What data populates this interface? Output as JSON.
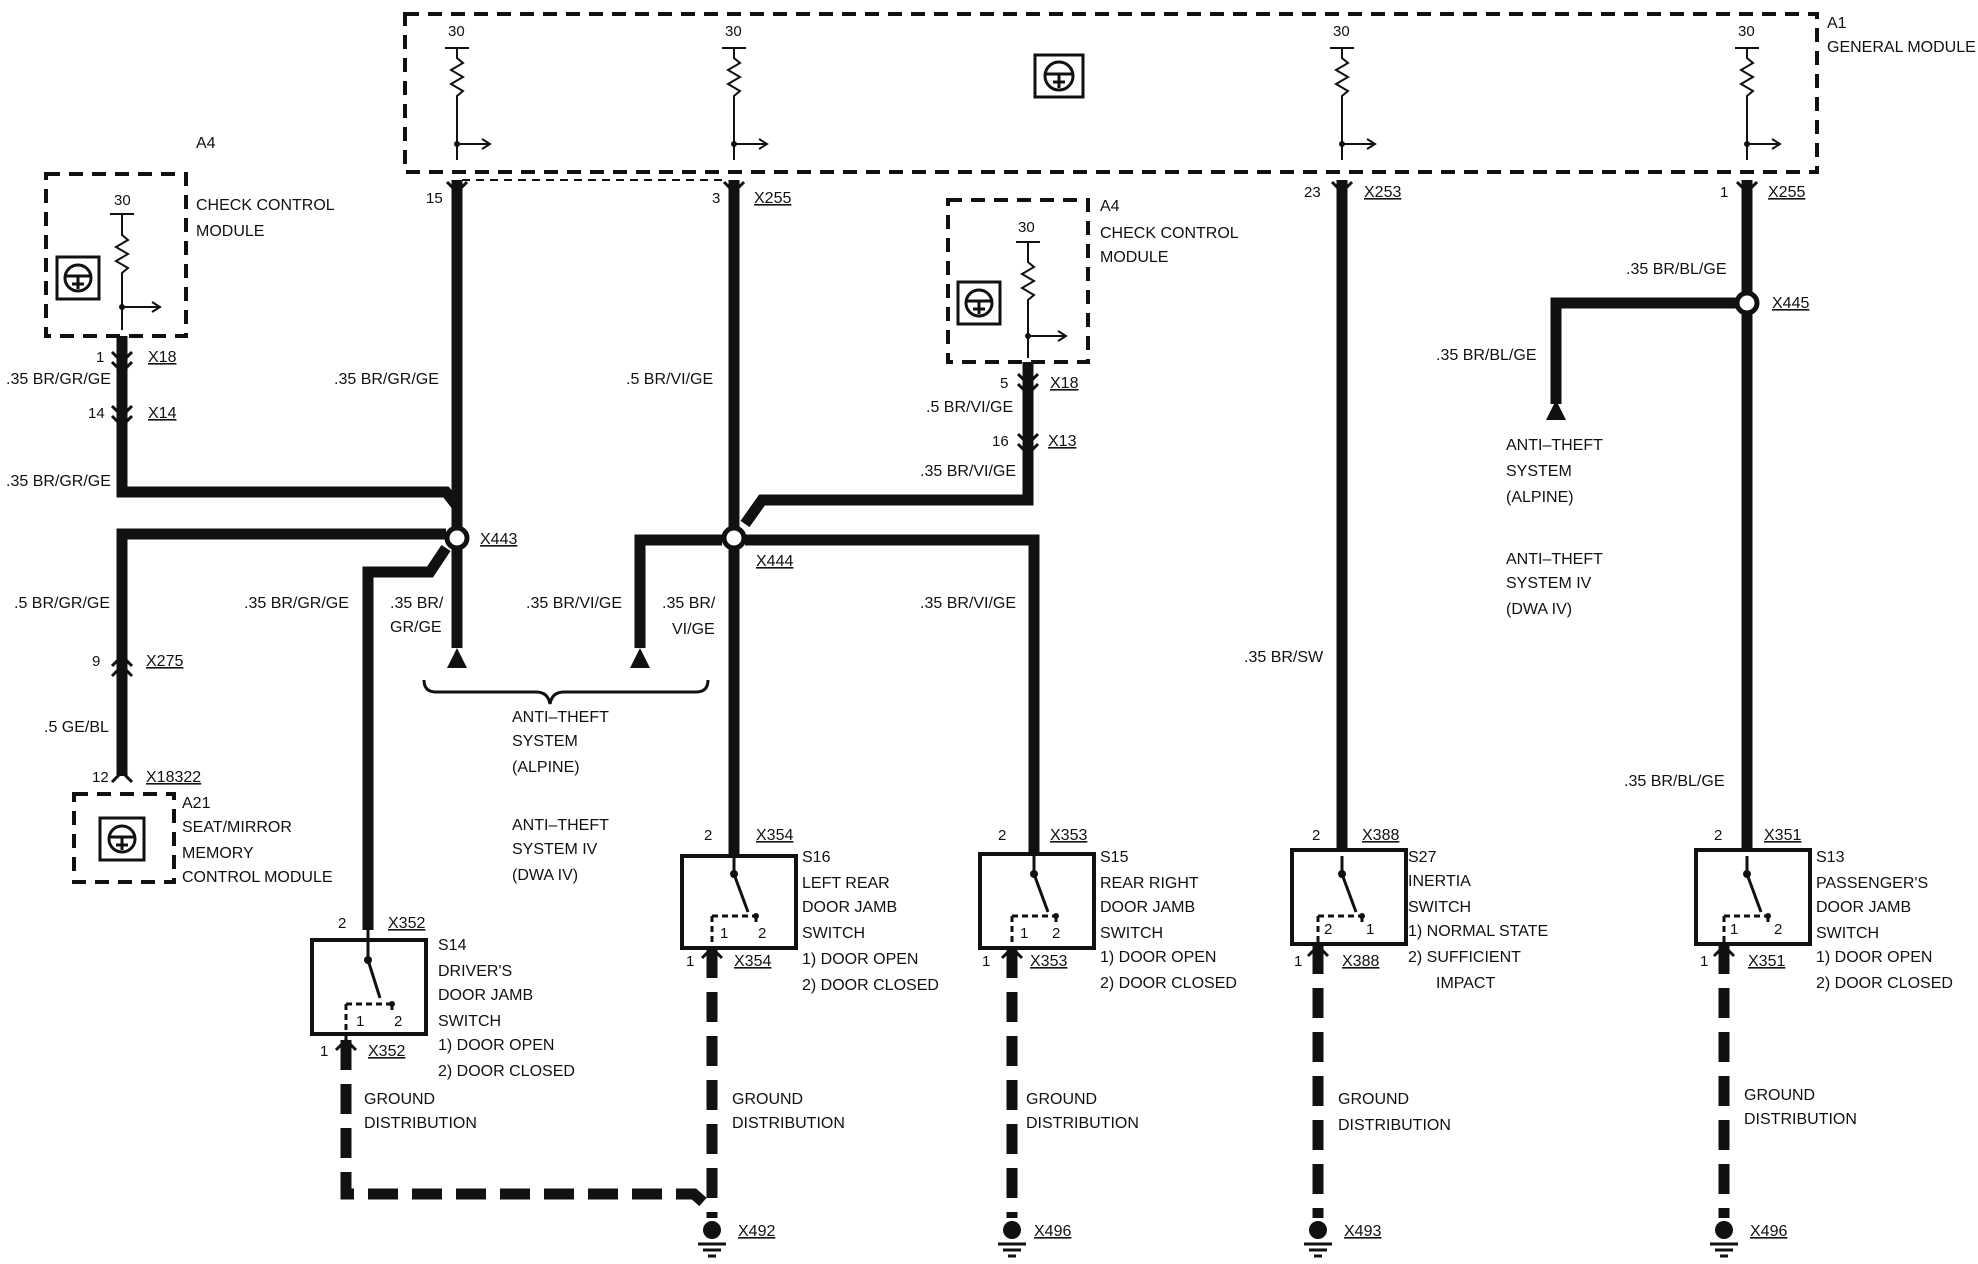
{
  "general_module": {
    "id": "A1",
    "name": "GENERAL MODULE",
    "pin_30": "30"
  },
  "top_pins": [
    {
      "pin": "15",
      "connector": ""
    },
    {
      "pin": "3",
      "connector": "X255"
    },
    {
      "pin": "23",
      "connector": "X253"
    },
    {
      "pin": "1",
      "connector": "X255"
    }
  ],
  "check_control_left": {
    "id": "A4",
    "name_line1": "CHECK CONTROL",
    "name_line2": "MODULE",
    "pin_30": "30",
    "out_pin": "1",
    "out_conn": "X18",
    "wire1": ".35 BR/GR/GE",
    "x14_pin": "14",
    "x14_conn": "X14",
    "wire2": ".35 BR/GR/GE"
  },
  "check_control_mid": {
    "id": "A4",
    "name_line1": "CHECK CONTROL",
    "name_line2": "MODULE",
    "pin_30": "30",
    "out_pin": "5",
    "out_conn": "X18",
    "wire1": ".5 BR/VI/GE",
    "x13_pin": "16",
    "x13_conn": "X13",
    "wire2": ".35 BR/VI/GE"
  },
  "splices": {
    "x443": "X443",
    "x444": "X444",
    "x445": "X445"
  },
  "wires": {
    "w1_upper": ".35 BR/GR/GE",
    "w2_upper": ".5 BR/VI/GE",
    "x275_above": ".5 BR/GR/GE",
    "x275_pin": "9",
    "x275_conn": "X275",
    "x275_below": ".5 GE/BL",
    "s14_feed": ".35 BR/GR/GE",
    "anti_left_a": ".35 BR/",
    "anti_left_b": "GR/GE",
    "anti_mid": ".35 BR/VI/GE",
    "x444_down_a": ".35 BR/",
    "x444_down_b": "VI/GE",
    "s15_feed": ".35 BR/VI/GE",
    "inertia_feed": ".35 BR/SW",
    "x445_up": ".35 BR/BL/GE",
    "x445_left": ".35 BR/BL/GE",
    "s13_feed": ".35 BR/BL/GE"
  },
  "a21": {
    "id": "A21",
    "line1": "SEAT/MIRROR",
    "line2": "MEMORY",
    "line3": "CONTROL MODULE",
    "pin": "12",
    "conn": "X18322"
  },
  "anti_theft_mid": {
    "l1": "ANTI–THEFT",
    "l2": "SYSTEM",
    "l3": "(ALPINE)",
    "l4": "ANTI–THEFT",
    "l5": "SYSTEM IV",
    "l6": "(DWA IV)"
  },
  "anti_theft_right": {
    "l1": "ANTI–THEFT",
    "l2": "SYSTEM",
    "l3": "(ALPINE)",
    "l4": "ANTI–THEFT",
    "l5": "SYSTEM IV",
    "l6": "(DWA IV)"
  },
  "switches": {
    "s14": {
      "id": "S14",
      "l1": "DRIVER'S",
      "l2": "DOOR JAMB",
      "l3": "SWITCH",
      "o1": "1)  DOOR OPEN",
      "o2": "2)  DOOR CLOSED",
      "top_pin": "2",
      "top_conn": "X352",
      "bot_pin": "1",
      "bot_conn": "X352",
      "c1": "1",
      "c2": "2"
    },
    "s16": {
      "id": "S16",
      "l1": "LEFT REAR",
      "l2": "DOOR JAMB",
      "l3": "SWITCH",
      "o1": "1)  DOOR OPEN",
      "o2": "2)  DOOR CLOSED",
      "top_pin": "2",
      "top_conn": "X354",
      "bot_pin": "1",
      "bot_conn": "X354",
      "c1": "1",
      "c2": "2"
    },
    "s15": {
      "id": "S15",
      "l1": "REAR RIGHT",
      "l2": "DOOR JAMB",
      "l3": "SWITCH",
      "o1": "1)  DOOR OPEN",
      "o2": "2)  DOOR CLOSED",
      "top_pin": "2",
      "top_conn": "X353",
      "bot_pin": "1",
      "bot_conn": "X353",
      "c1": "1",
      "c2": "2"
    },
    "s27": {
      "id": "S27",
      "l1": "INERTIA",
      "l2": "SWITCH",
      "o1": "1)  NORMAL STATE",
      "o2": "2)  SUFFICIENT",
      "o3": "IMPACT",
      "top_pin": "2",
      "top_conn": "X388",
      "bot_pin": "1",
      "bot_conn": "X388",
      "c1": "2",
      "c2": "1"
    },
    "s13": {
      "id": "S13",
      "l1": "PASSENGER'S",
      "l2": "DOOR JAMB",
      "l3": "SWITCH",
      "o1": "1)  DOOR OPEN",
      "o2": "2)  DOOR CLOSED",
      "top_pin": "2",
      "top_conn": "X351",
      "bot_pin": "1",
      "bot_conn": "X351",
      "c1": "1",
      "c2": "2"
    }
  },
  "ground": {
    "g1_l1": "GROUND",
    "g1_l2": "DISTRIBUTION",
    "g2_l1": "GROUND",
    "g2_l2": "DISTRIBUTION",
    "g3_l1": "GROUND",
    "g3_l2": "DISTRIBUTION",
    "g4_l1": "GROUND",
    "g4_l2": "DISTRIBUTION",
    "g5_l1": "GROUND",
    "g5_l2": "DISTRIBUTION",
    "x492": "X492",
    "x496a": "X496",
    "x493": "X493",
    "x496b": "X496"
  }
}
